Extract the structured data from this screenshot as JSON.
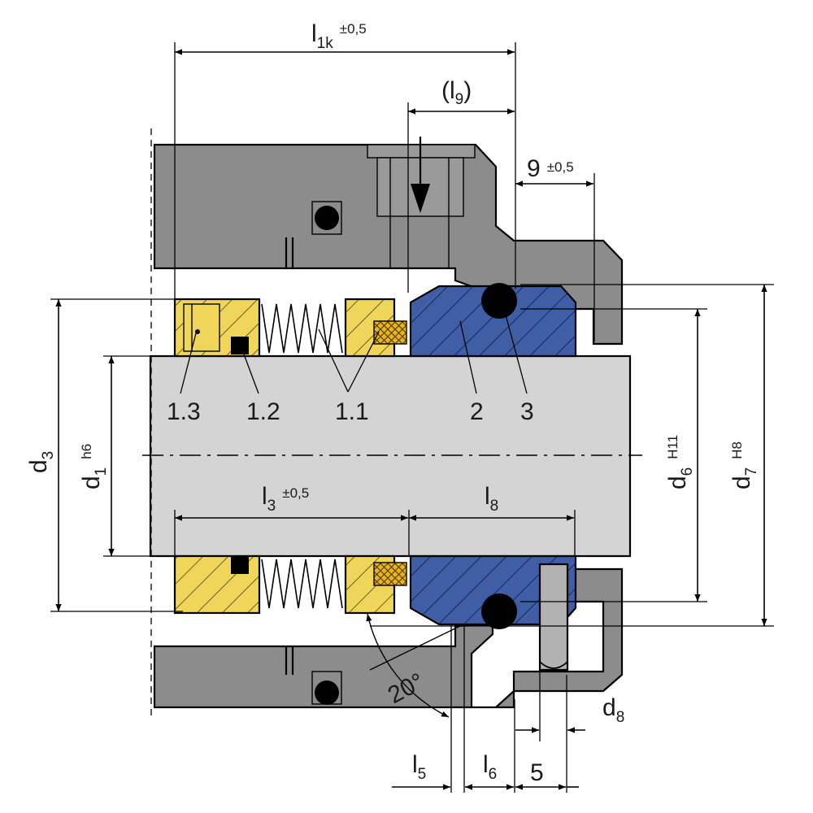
{
  "diagram": {
    "colors": {
      "housing": "#8c8c8c",
      "shaft": "#d4d4d4",
      "seal_head": "#efd65a",
      "seat": "#3f5ea5",
      "ptfe_ring": "#e6b51f",
      "oring": "#000000",
      "background": "#ffffff"
    },
    "part_labels": [
      "1.3",
      "1.2",
      "1.1",
      "2",
      "3"
    ],
    "dims": {
      "l1k": {
        "main": "l",
        "sub": "1k",
        "tol": "±0,5"
      },
      "l9": {
        "text": "(l",
        "sub": "9",
        "close": ")"
      },
      "nine": {
        "main": "9",
        "tol": "±0,5"
      },
      "l3": {
        "main": "l",
        "sub": "3",
        "tol": "±0,5"
      },
      "l8": {
        "main": "l",
        "sub": "8"
      },
      "d3": {
        "main": "d",
        "sub": "3"
      },
      "d1": {
        "main": "d",
        "sub": "1",
        "tol": "h6"
      },
      "d6": {
        "main": "d",
        "sub": "6",
        "tol": "H11"
      },
      "d7": {
        "main": "d",
        "sub": "7",
        "tol": "H8"
      },
      "d8": {
        "main": "d",
        "sub": "8"
      },
      "l5": {
        "main": "l",
        "sub": "5"
      },
      "l6": {
        "main": "l",
        "sub": "6"
      },
      "five": {
        "main": "5"
      },
      "angle": {
        "main": "20°"
      }
    }
  }
}
